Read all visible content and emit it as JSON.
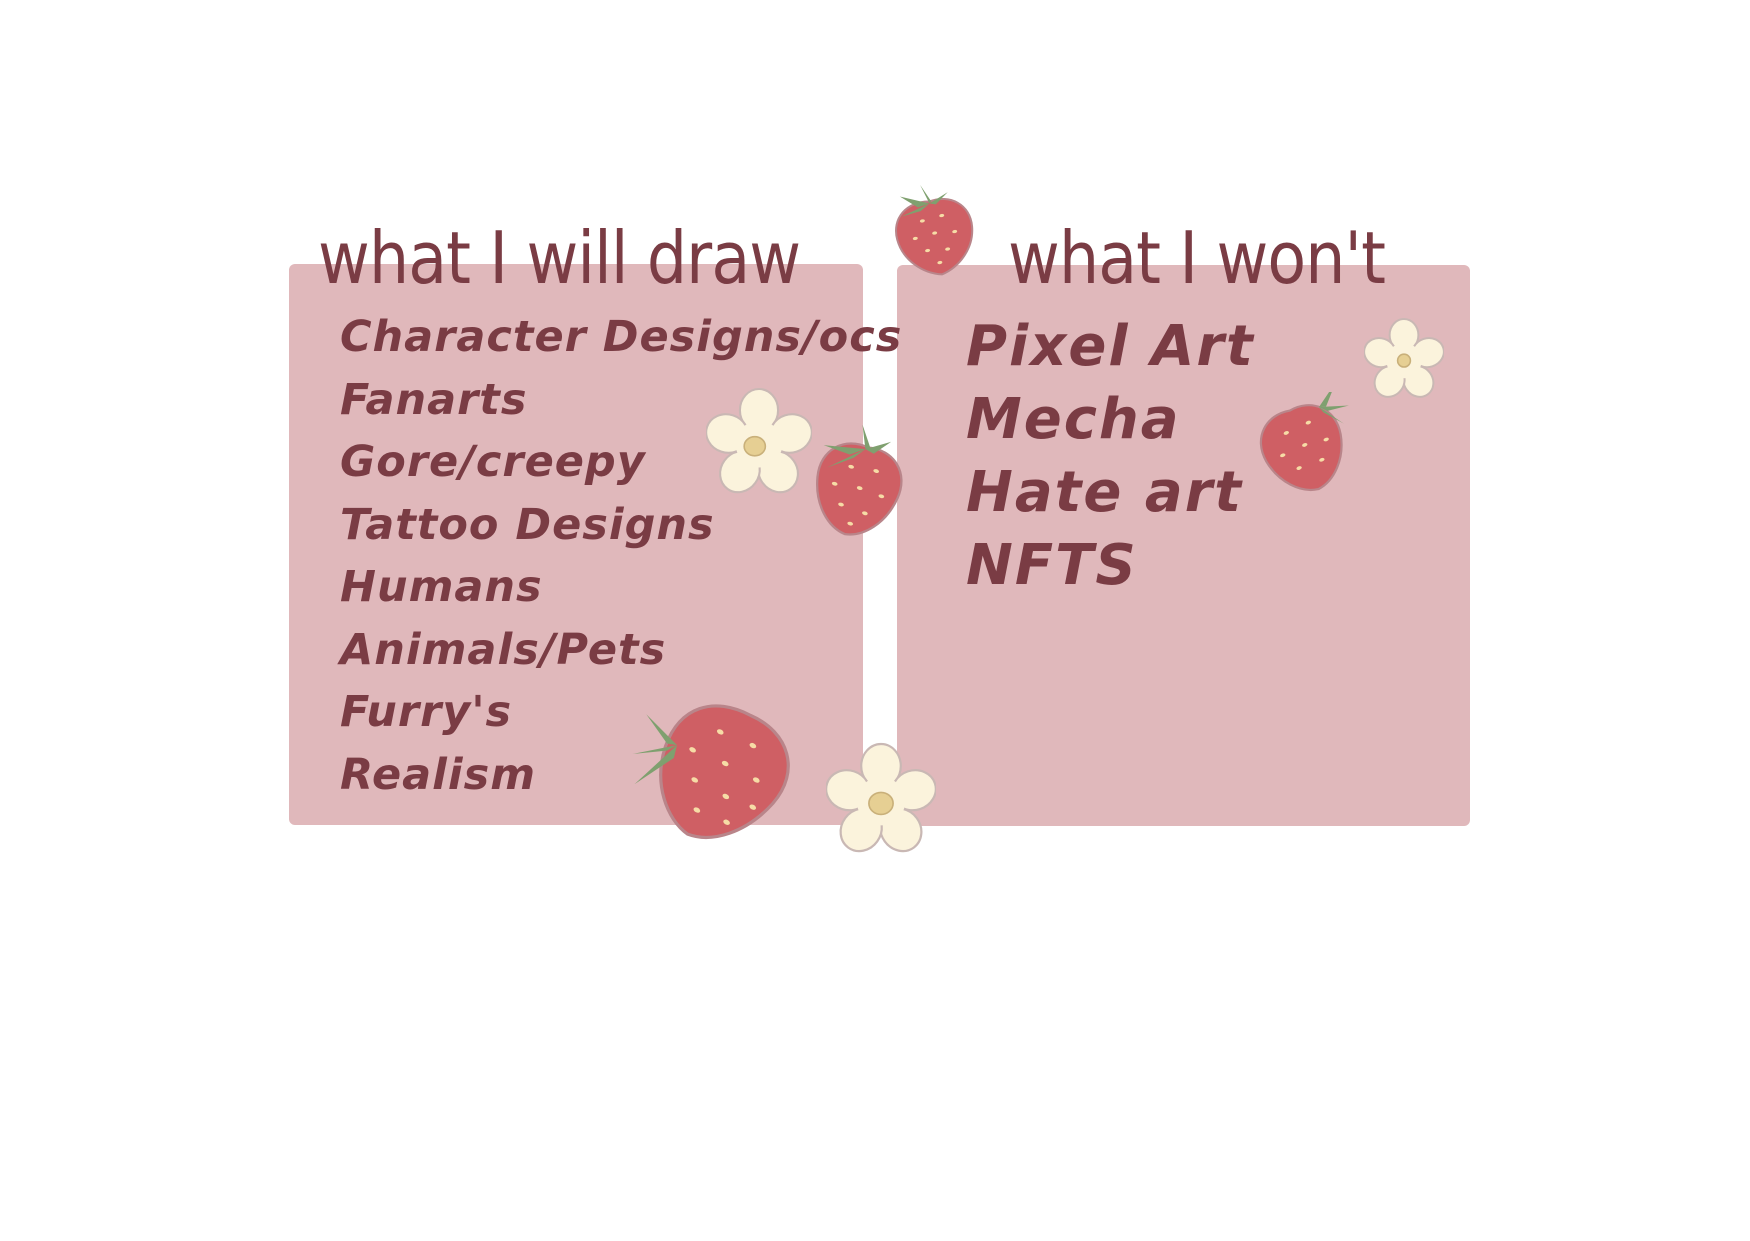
{
  "will_draw": {
    "heading": "what I will draw",
    "items": [
      "Character Designs/ocs",
      "Fanarts",
      "Gore/creepy",
      "Tattoo Designs",
      "Humans",
      "Animals/Pets",
      "Furry's",
      "Realism"
    ]
  },
  "wont_draw": {
    "heading": "what I won't",
    "items": [
      "Pixel Art",
      "Mecha",
      "Hate art",
      "NFTS"
    ]
  },
  "colors": {
    "panel": "#e0b8bb",
    "text": "#7a3c44",
    "strawberry": "#cf5f64",
    "leaf": "#7fa06f",
    "flower": "#fbf3dc",
    "flower_center": "#e6cf93"
  },
  "icons": [
    "strawberry-icon",
    "flower-icon"
  ]
}
